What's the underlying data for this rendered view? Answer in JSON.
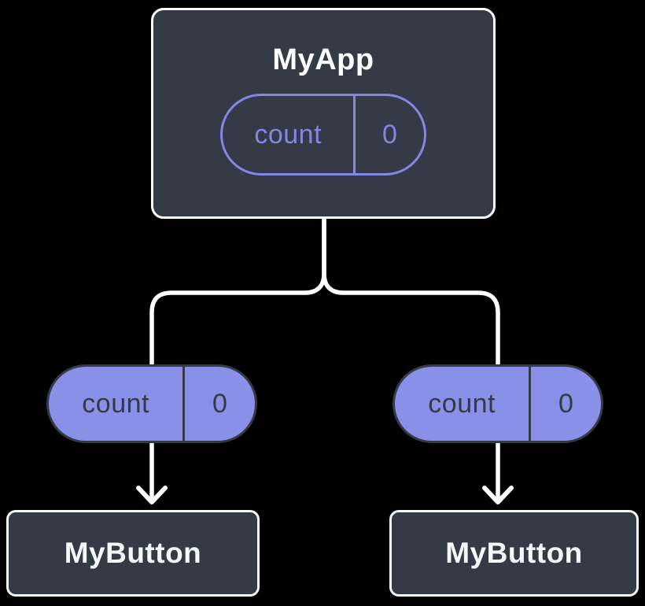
{
  "colors": {
    "background": "#000000",
    "node_fill": "#343A46",
    "node_border": "#FFFFFF",
    "pill_fill": "#8A8FE8",
    "pill_outline": "#8286E4",
    "dark_text": "#343A46",
    "connector": "#FFFFFF"
  },
  "tree": {
    "root": {
      "title": "MyApp",
      "state": {
        "label": "count",
        "value": "0"
      }
    },
    "branches": [
      {
        "state": {
          "label": "count",
          "value": "0"
        },
        "child": {
          "title": "MyButton"
        }
      },
      {
        "state": {
          "label": "count",
          "value": "0"
        },
        "child": {
          "title": "MyButton"
        }
      }
    ]
  }
}
